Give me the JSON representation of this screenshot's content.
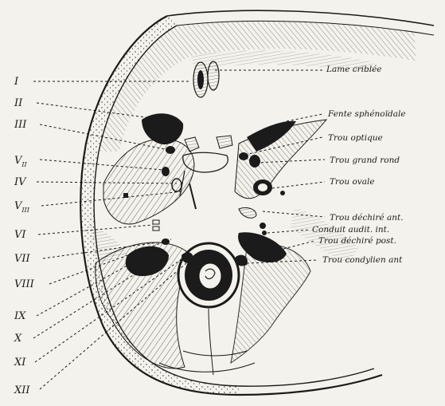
{
  "colors": {
    "paper": "#f4f2ec",
    "ink": "#1b1b1b"
  },
  "left_labels": [
    "I",
    "II",
    "III",
    "V",
    "IV",
    "V",
    "VI",
    "VII",
    "VIII",
    "IX",
    "X",
    "XI",
    "XII"
  ],
  "left_label_subscripts": [
    "",
    "",
    "",
    "II",
    "",
    "III",
    "",
    "",
    "",
    "",
    "",
    "",
    ""
  ],
  "right_labels": [
    "Lame criblée",
    "Fente sphénoïdale",
    "Trou optique",
    "Trou grand rond",
    "Trou ovale",
    "Trou déchiré ant.",
    "Conduit audit. int.",
    "Trou déchiré post.",
    "Trou condylien ant"
  ]
}
